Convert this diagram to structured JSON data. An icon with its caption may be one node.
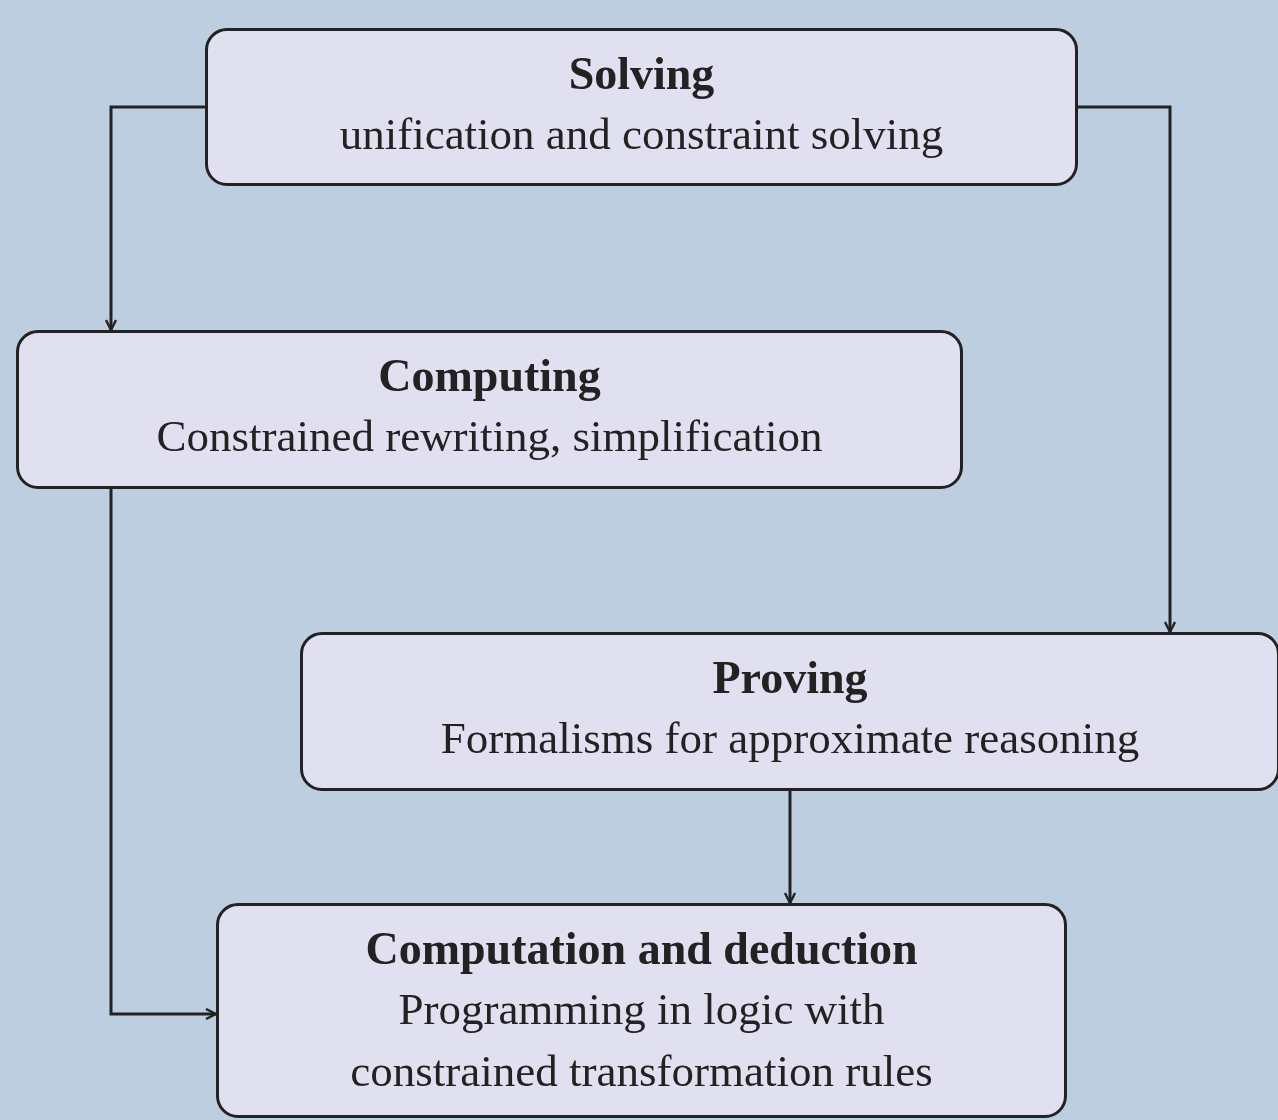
{
  "diagram": {
    "nodes": [
      {
        "text": [
          "Solving",
          "unification and constraint solving"
        ]
      },
      {
        "text": [
          "Computing",
          "Constrained rewriting, simplification"
        ]
      },
      {
        "text": [
          "Proving",
          "Formalisms for approximate reasoning"
        ]
      },
      {
        "text": [
          "Computation and deduction",
          "Programming in logic with constrained transformation rules"
        ]
      }
    ],
    "edges": [
      {
        "from": 0,
        "to": 1,
        "arrow": "to"
      },
      {
        "from": 0,
        "to": 2,
        "arrow": "to"
      },
      {
        "from": 1,
        "to": 3,
        "arrow": "to"
      },
      {
        "from": 2,
        "to": 3,
        "arrow": "to"
      }
    ]
  }
}
